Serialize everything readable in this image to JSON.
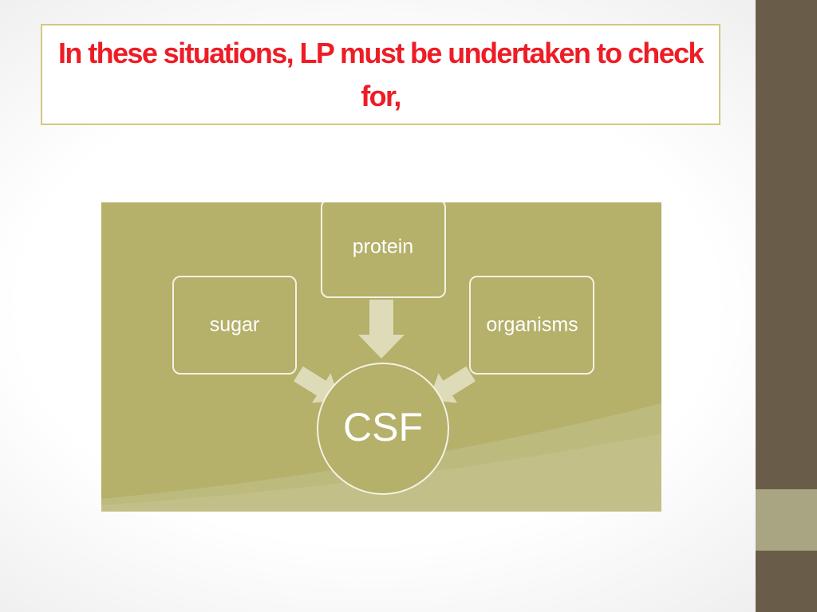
{
  "slide": {
    "title": "In these situations, LP must be undertaken to check for,"
  },
  "diagram": {
    "hub": {
      "label": "CSF"
    },
    "nodes": {
      "left": {
        "label": "sugar"
      },
      "top": {
        "label": "protein"
      },
      "right": {
        "label": "organisms"
      }
    }
  },
  "colors": {
    "title_text": "#ee1c25",
    "title_border": "#d2c97f",
    "diagram_background": "#b5b06a",
    "arrow": "#dedbb8",
    "node_border": "#f4f2e4",
    "side_bar": "#695d49",
    "side_accent": "#a9a482"
  }
}
